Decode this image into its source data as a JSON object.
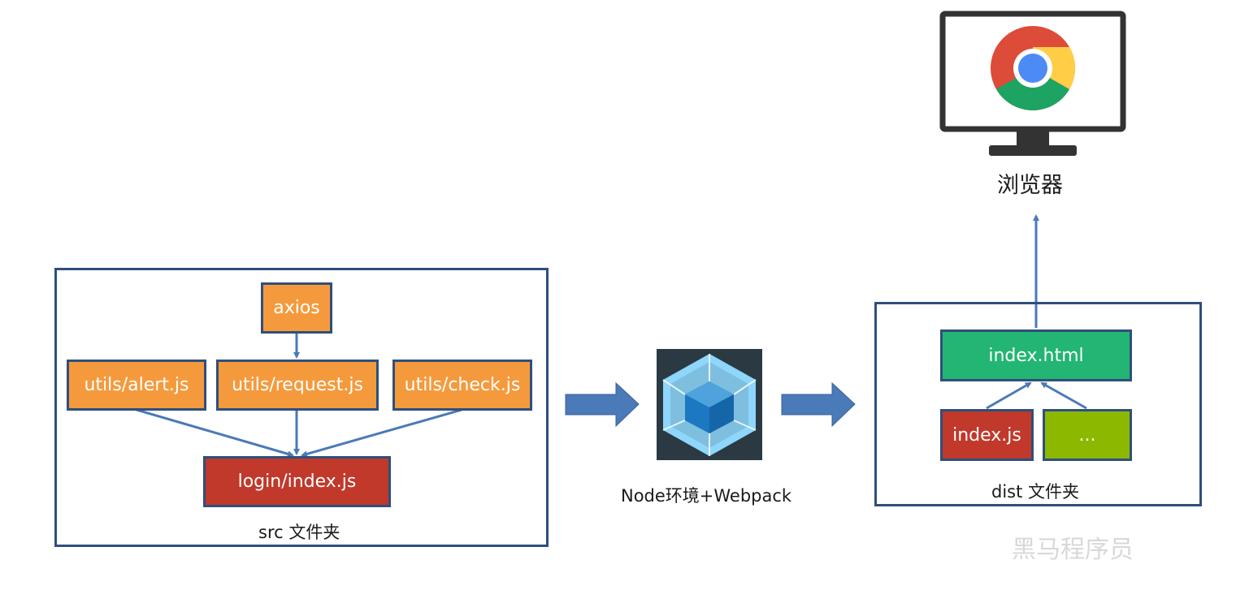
{
  "src": {
    "caption": "src 文件夹",
    "nodes": {
      "axios": "axios",
      "alert": "utils/alert.js",
      "request": "utils/request.js",
      "check": "utils/check.js",
      "login": "login/index.js"
    }
  },
  "builder": {
    "caption": "Node环境+Webpack",
    "icon": "webpack-logo-icon"
  },
  "dist": {
    "caption": "dist 文件夹",
    "nodes": {
      "html": "index.html",
      "js": "index.js",
      "more": "..."
    }
  },
  "browser": {
    "caption": "浏览器",
    "icon": "chrome-monitor-icon"
  },
  "watermark": {
    "text": "黑马程序员"
  },
  "colors": {
    "border": "#2f4f7c",
    "arrow": "#4a7ab8",
    "orange": "#f59a3c",
    "red": "#c0392b",
    "green": "#22b573",
    "lime": "#8cb800"
  }
}
